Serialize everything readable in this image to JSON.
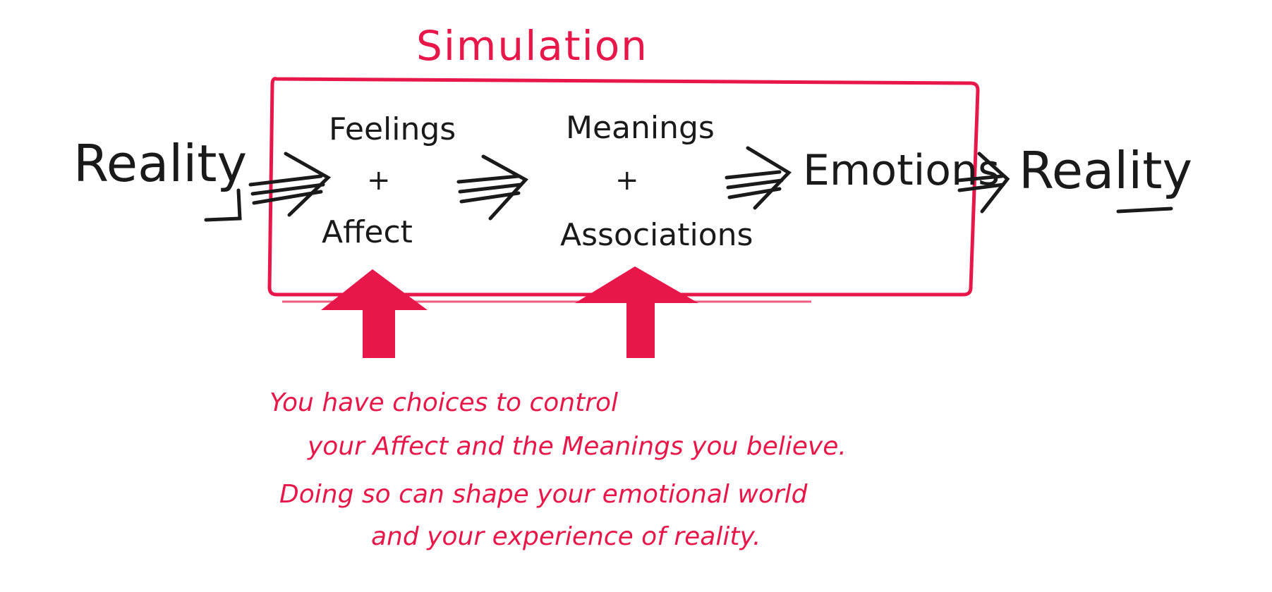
{
  "title": "Simulation",
  "left_term": "Reality",
  "right_term": "Reality",
  "stage1": {
    "top": "Feelings",
    "plus": "+",
    "bottom": "Affect"
  },
  "stage2": {
    "top": "Meanings",
    "plus": "+",
    "bottom": "Associations"
  },
  "result": "Emotions",
  "caption": [
    "You have choices to control",
    "your Affect and the Meanings you believe.",
    "Doing so can shape your emotional world",
    "and your experience of reality."
  ],
  "colors": {
    "ink": "#1a1a1a",
    "marker_red": "#e8174a"
  }
}
